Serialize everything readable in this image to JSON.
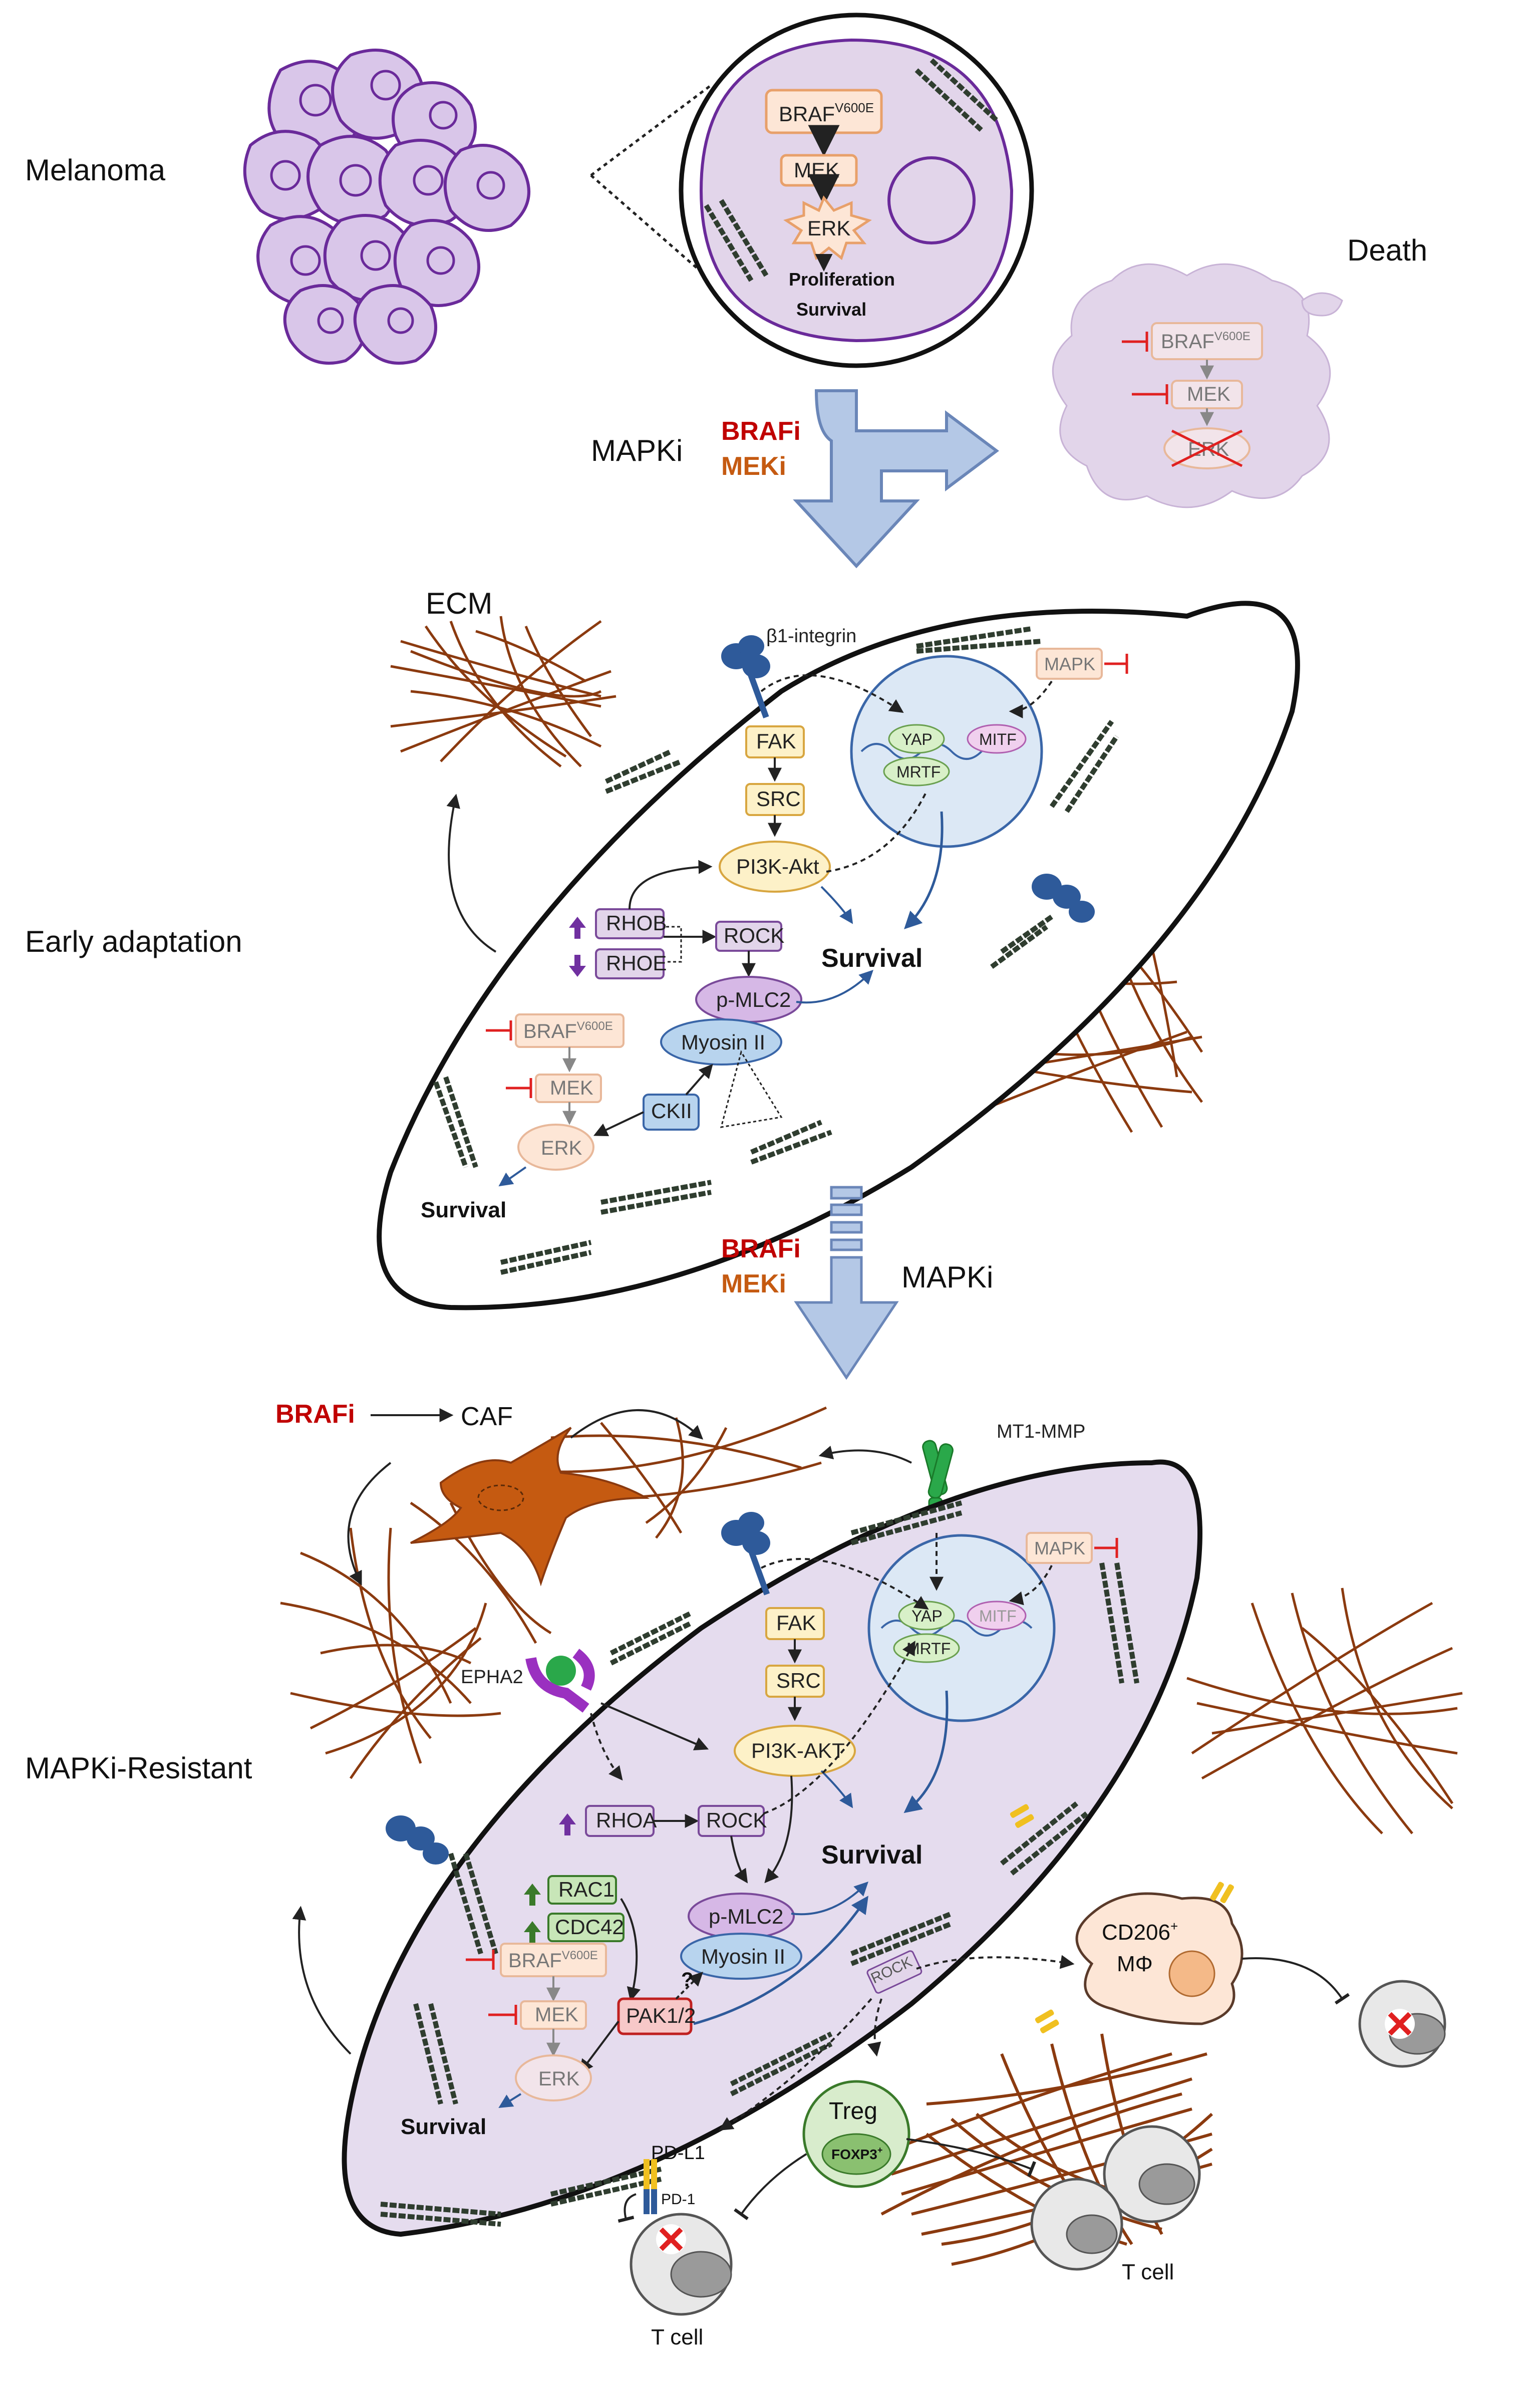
{
  "colors": {
    "cell_fill": "#e2d5ea",
    "cell_stroke": "#6a2a9a",
    "arrow_fill": "#b4c8e6",
    "arrow_stroke": "#6a86b8",
    "brafi": "#c00000",
    "meki": "#c55a11",
    "fiber": "#8b3a0f",
    "caf": "#c55a11",
    "nucleus_fill": "#dce8f5",
    "nucleus_stroke": "#3a66a8",
    "inhibit": "#e02020",
    "purple_up": "#7030a0",
    "green_up": "#3a7a2a"
  },
  "stage_labels": {
    "melanoma": "Melanoma",
    "early": "Early adaptation",
    "resistant": "MAPKi-Resistant",
    "death": "Death"
  },
  "top": {
    "braf_main": "BRAF",
    "braf_sup": "V600E",
    "mek": "MEK",
    "erk": "ERK",
    "out1": "Proliferation",
    "out2": "Survival"
  },
  "death_cell": {
    "braf": "BRAF",
    "braf_sup": "V600E",
    "mek": "MEK",
    "erk": "ERK"
  },
  "treatment": {
    "mapki": "MAPKi",
    "brafi": "BRAFi",
    "meki": "MEKi"
  },
  "early": {
    "ecm": "ECM",
    "integrin": "β1-integrin",
    "fak": "FAK",
    "src": "SRC",
    "pi3k": "PI3K-Akt",
    "rhob": "RHOB",
    "rhoe": "RHOE",
    "rock": "ROCK",
    "pmlc2": "p-MLC2",
    "myosin": "Myosin II",
    "ckii": "CKII",
    "braf": "BRAF",
    "braf_sup": "V600E",
    "mek": "MEK",
    "erk": "ERK",
    "survival_main": "Survival",
    "survival_low": "Survival",
    "mapk": "MAPK",
    "yap": "YAP",
    "mitf": "MITF",
    "mrtf": "MRTF"
  },
  "resistant": {
    "brafi": "BRAFi",
    "caf": "CAF",
    "mt1mmp": "MT1-MMP",
    "epha2": "EPHA2",
    "fak": "FAK",
    "src": "SRC",
    "pi3k": "PI3K-AKT",
    "rhoa": "RHOA",
    "rock": "ROCK",
    "rac1": "RAC1",
    "cdc42": "CDC42",
    "pak": "PAK1/2",
    "qmark": "?",
    "pmlc2": "p-MLC2",
    "myosin": "Myosin II",
    "braf": "BRAF",
    "braf_sup": "V600E",
    "mek": "MEK",
    "erk": "ERK",
    "survival_main": "Survival",
    "survival_low": "Survival",
    "mapk": "MAPK",
    "yap": "YAP",
    "mitf": "MITF",
    "mrtf": "MRTF",
    "rock_small": "ROCK",
    "macrophage_main": "CD206",
    "macrophage_sup": "+",
    "macrophage_sub": "MΦ",
    "treg": "Treg",
    "foxp3": "FOXP3",
    "foxp3_sup": "+",
    "pdl1": "PD-L1",
    "pd1": "PD-1",
    "tcell1": "T cell",
    "tcell2": "T cell"
  }
}
